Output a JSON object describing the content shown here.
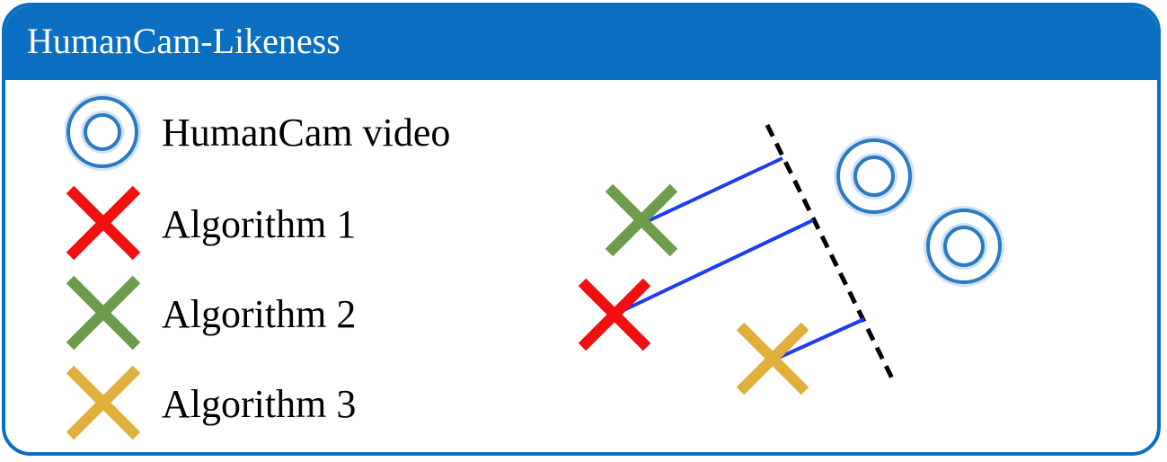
{
  "header": {
    "title": "HumanCam-Likeness"
  },
  "legend": {
    "items": [
      {
        "label": "HumanCam video",
        "icon": "double-ring-icon",
        "color": "#2a7ac4"
      },
      {
        "label": "Algorithm 1",
        "icon": "cross-icon",
        "color": "#f20f0f"
      },
      {
        "label": "Algorithm 2",
        "icon": "cross-icon",
        "color": "#6e9b4c"
      },
      {
        "label": "Algorithm 3",
        "icon": "cross-icon",
        "color": "#e0ae3a"
      }
    ]
  },
  "colors": {
    "frame": "#0a6fc0",
    "projection_line": "#1c3cf5",
    "boundary": "#000000"
  }
}
